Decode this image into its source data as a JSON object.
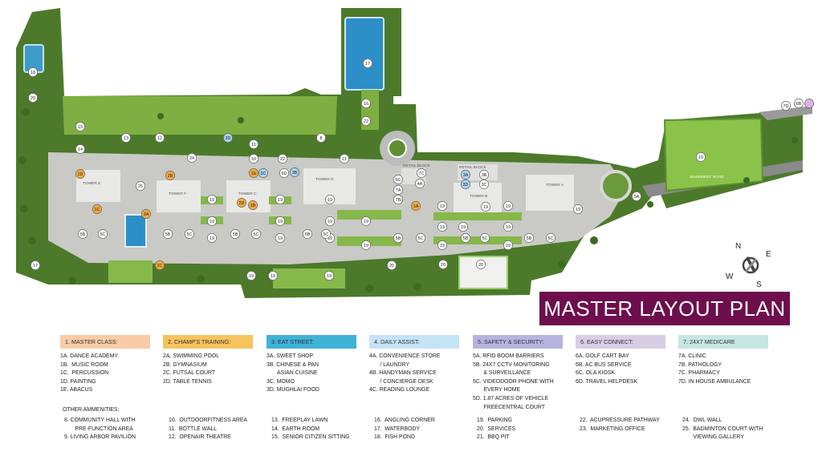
{
  "title": "MASTER LAYOUT PLAN",
  "compass": {
    "n": "N",
    "e": "E",
    "s": "S",
    "w": "W"
  },
  "map_labels": {
    "tower_e": "TOWER E",
    "tower_f": "TOWER F",
    "tower_c": "TOWER C",
    "tower_d": "TOWER D",
    "tower_b": "TOWER B",
    "tower_a": "TOWER A",
    "retail_block_1": "RETAIL BLOCK",
    "retail_block_2": "RETAIL BLOCK",
    "basement_road": "BASEMENT ROAD"
  },
  "colors": {
    "master_class": "#f9cba6",
    "champs_training": "#f7c35c",
    "eat_street": "#3fb2d8",
    "daily_assist": "#c5e3f6",
    "safety_security": "#b7b3df",
    "easy_connect": "#d7cde4",
    "medicare": "#c6e6e2",
    "banner": "#6e0e4c",
    "marker_orange": "#f4a83c",
    "marker_blue": "#a9d4f0",
    "marker_white": "#ffffff"
  },
  "legend": {
    "master_class": {
      "title": "1. MASTER CLASS:",
      "items": [
        "1A. DANCE ACADEMY",
        "1B.  MUSIC ROOM",
        "1C.  PERCUSSION",
        "1D. PAINTING",
        "1E. ABACUS"
      ]
    },
    "champs_training": {
      "title": "2. CHAMP'S TRAINING:",
      "items": [
        "2A. SWIMMING POOL",
        "2B. GYMNASIUM",
        "2C. FUTSAL COURT",
        "2D. TABLE TENNIS"
      ]
    },
    "eat_street": {
      "title": "3. EAT STREET:",
      "items": [
        "3A. SWEET SHOP",
        "3B. CHINESE & PAN",
        "       ASIAN CUISINE",
        "3C. MOMO",
        "3D. MUGHLAI FOOD"
      ]
    },
    "daily_assist": {
      "title": "4. DAILY ASSIST:",
      "items": [
        "4A. CONVENIENCE STORE",
        "       / LAUNDRY",
        "4B. HANDYMAN SERVICE",
        "       / CONCIERGE DESK",
        "4C. READING LOUNGE"
      ]
    },
    "safety_security": {
      "title": "5. SAFETY & SECURITY:",
      "items": [
        "5A. RFID BOOM BARRIERS",
        "5B. 24X7 CCTV MONITORING",
        "       & SURVEILLANCE",
        "5C. VIDEODOOR PHONE WITH",
        "       EVERY HOME",
        "5D. 1.87 ACRES OF VEHICLE",
        "       FREECENTRAL COURT"
      ]
    },
    "easy_connect": {
      "title": "6. EASY CONNECT:",
      "items": [
        "6A. GOLF CART BAY",
        "6B. AC BUS SERVICE",
        "6C. OLA KIOSK",
        "6D. TRAVEL HELPDESK"
      ]
    },
    "medicare": {
      "title": "7. 24X7 MEDICARE",
      "items": [
        "7A. CLINIC",
        "7B. PATHOLOGY",
        "7C. PHARMACY",
        "7D. IN HOUSE AMBULANCE"
      ]
    }
  },
  "other": {
    "title": "OTHER AMMENITIES:",
    "columns": [
      [
        "8. COMMUNITY HALL WITH",
        "       PRE-FUNCTION AREA",
        "9. LIVING ARBOR PAVILION"
      ],
      [
        "10.  OUTDOORFITNESS AREA",
        "11.  BOTTLE WALL",
        "12.  OPENAIR THEATRE"
      ],
      [
        "13.  FREEPLAY LAWN",
        "14.  EARTH ROOM",
        "15.  SENIOR CITIZEN SITTING"
      ],
      [
        "16.  ANGLING CORNER",
        "17.  WATERBODY",
        "18.  FISH POND"
      ],
      [
        "19.  PARKING",
        "20.  SERVICES",
        "21.  BBQ PIT"
      ],
      [
        "22.  ACUPRESSURE PATHWAY",
        "23.  MARKETING OFFICE"
      ],
      [
        "24.  OWL WALL",
        "25.  BADMINTON COURT WITH",
        "       VIEWING GALLERY"
      ]
    ]
  },
  "markers": [
    {
      "label": "18",
      "style": "white"
    },
    {
      "label": "20",
      "style": "white"
    },
    {
      "label": "15",
      "style": "white"
    },
    {
      "label": "14",
      "style": "white"
    },
    {
      "label": "13",
      "style": "white"
    },
    {
      "label": "12",
      "style": "white"
    },
    {
      "label": "3D",
      "style": "blue"
    },
    {
      "label": "11",
      "style": "white"
    },
    {
      "label": "10",
      "style": "white"
    },
    {
      "label": "22",
      "style": "white"
    },
    {
      "label": "8",
      "style": "white"
    },
    {
      "label": "21",
      "style": "white"
    },
    {
      "label": "24",
      "style": "white"
    },
    {
      "label": "2B",
      "style": "orange"
    },
    {
      "label": "1D",
      "style": "orange"
    },
    {
      "label": "1E",
      "style": "orange"
    },
    {
      "label": "3C",
      "style": "blue"
    },
    {
      "label": "6D",
      "style": "white"
    },
    {
      "label": "3B",
      "style": "blue"
    },
    {
      "label": "25",
      "style": "white"
    },
    {
      "label": "1C",
      "style": "orange"
    },
    {
      "label": "2A",
      "style": "orange"
    },
    {
      "label": "2D",
      "style": "orange"
    },
    {
      "label": "1B",
      "style": "orange"
    },
    {
      "label": "19",
      "style": "white"
    },
    {
      "label": "19",
      "style": "white"
    },
    {
      "label": "19",
      "style": "white"
    },
    {
      "label": "19",
      "style": "white"
    },
    {
      "label": "19",
      "style": "white"
    },
    {
      "label": "19",
      "style": "white"
    },
    {
      "label": "19",
      "style": "white"
    },
    {
      "label": "19",
      "style": "white"
    },
    {
      "label": "19",
      "style": "white"
    },
    {
      "label": "19",
      "style": "white"
    },
    {
      "label": "5B",
      "style": "white"
    },
    {
      "label": "5C",
      "style": "white"
    },
    {
      "label": "5B",
      "style": "white"
    },
    {
      "label": "5C",
      "style": "white"
    },
    {
      "label": "5B",
      "style": "white"
    },
    {
      "label": "5C",
      "style": "white"
    },
    {
      "label": "5B",
      "style": "white"
    },
    {
      "label": "5C",
      "style": "white"
    },
    {
      "label": "6C",
      "style": "white"
    },
    {
      "label": "7C",
      "style": "white"
    },
    {
      "label": "4A",
      "style": "white"
    },
    {
      "label": "7A",
      "style": "white"
    },
    {
      "label": "7B",
      "style": "white"
    },
    {
      "label": "1A",
      "style": "orange"
    },
    {
      "label": "3A",
      "style": "blue"
    },
    {
      "label": "3B",
      "style": "white"
    },
    {
      "label": "3D",
      "style": "blue"
    },
    {
      "label": "3C",
      "style": "white"
    },
    {
      "label": "19",
      "style": "white"
    },
    {
      "label": "19",
      "style": "white"
    },
    {
      "label": "19",
      "style": "white"
    },
    {
      "label": "19",
      "style": "white"
    },
    {
      "label": "19",
      "style": "white"
    },
    {
      "label": "19",
      "style": "white"
    },
    {
      "label": "19",
      "style": "white"
    },
    {
      "label": "19",
      "style": "white"
    },
    {
      "label": "5B",
      "style": "white"
    },
    {
      "label": "5C",
      "style": "white"
    },
    {
      "label": "5B",
      "style": "white"
    },
    {
      "label": "5C",
      "style": "white"
    },
    {
      "label": "5B",
      "style": "white"
    },
    {
      "label": "5C",
      "style": "white"
    },
    {
      "label": "5A",
      "style": "white"
    },
    {
      "label": "19",
      "style": "white"
    },
    {
      "label": "19",
      "style": "white"
    },
    {
      "label": "17",
      "style": "white"
    },
    {
      "label": "16",
      "style": "white"
    },
    {
      "label": "22",
      "style": "white"
    },
    {
      "label": "20",
      "style": "white"
    },
    {
      "label": "20",
      "style": "white"
    },
    {
      "label": "20",
      "style": "white"
    },
    {
      "label": "19",
      "style": "white"
    },
    {
      "label": "19",
      "style": "white"
    },
    {
      "label": "2C",
      "style": "orange"
    },
    {
      "label": "17",
      "style": "white"
    },
    {
      "label": "7D",
      "style": "white"
    },
    {
      "label": "6B",
      "style": "white"
    },
    {
      "label": "",
      "style": "lilac"
    },
    {
      "label": "19",
      "style": "white"
    },
    {
      "label": "19",
      "style": "white"
    }
  ]
}
